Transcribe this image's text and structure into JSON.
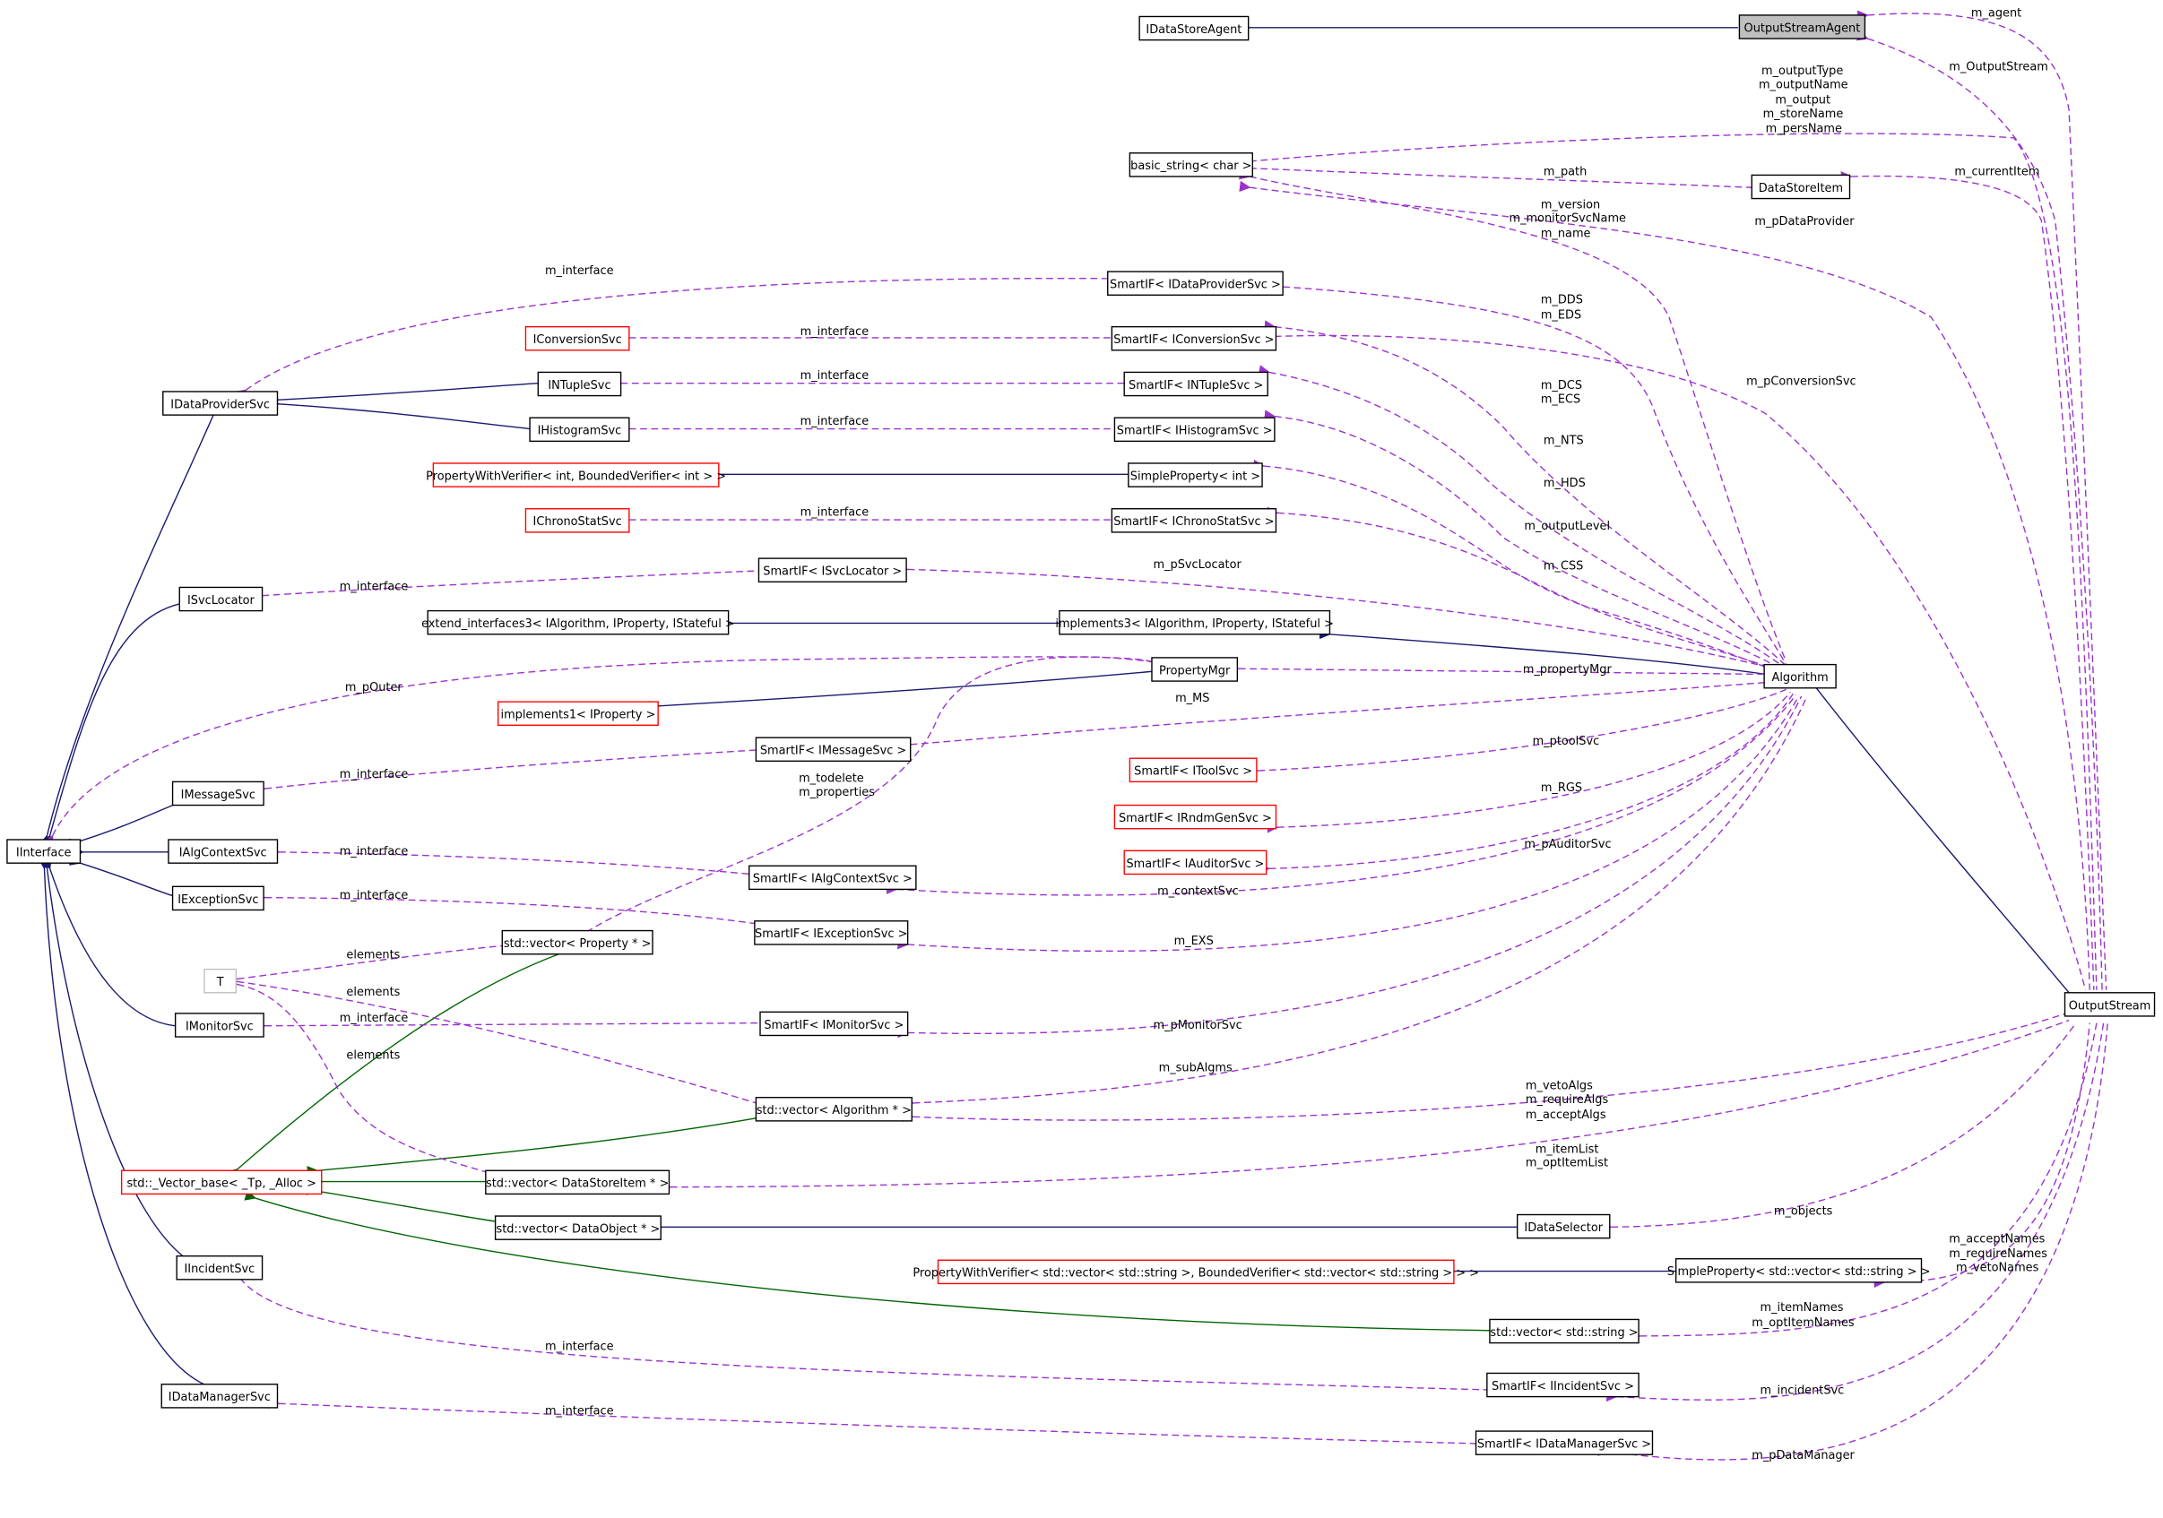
{
  "diagram": {
    "nodes": {
      "OutputStreamAgent": {
        "label": "OutputStreamAgent",
        "style": "focus"
      },
      "IDataStoreAgent": {
        "label": "IDataStoreAgent",
        "style": "black"
      },
      "basic_string": {
        "label": "basic_string< char >",
        "style": "black"
      },
      "DataStoreItem": {
        "label": "DataStoreItem",
        "style": "black"
      },
      "SmartIF_IDataProviderSvc": {
        "label": "SmartIF< IDataProviderSvc >",
        "style": "black"
      },
      "IConversionSvc": {
        "label": "IConversionSvc",
        "style": "red"
      },
      "SmartIF_IConversionSvc": {
        "label": "SmartIF< IConversionSvc >",
        "style": "black"
      },
      "INTupleSvc": {
        "label": "INTupleSvc",
        "style": "black"
      },
      "SmartIF_INTupleSvc": {
        "label": "SmartIF< INTupleSvc >",
        "style": "black"
      },
      "IDataProviderSvc": {
        "label": "IDataProviderSvc",
        "style": "black"
      },
      "IHistogramSvc": {
        "label": "IHistogramSvc",
        "style": "black"
      },
      "SmartIF_IHistogramSvc": {
        "label": "SmartIF< IHistogramSvc >",
        "style": "black"
      },
      "PropertyWithVerifier_int": {
        "label": "PropertyWithVerifier< int, BoundedVerifier< int > >",
        "style": "red"
      },
      "SimpleProperty_int": {
        "label": "SimpleProperty< int >",
        "style": "black"
      },
      "IChronoStatSvc": {
        "label": "IChronoStatSvc",
        "style": "red"
      },
      "SmartIF_IChronoStatSvc": {
        "label": "SmartIF< IChronoStatSvc >",
        "style": "black"
      },
      "SmartIF_ISvcLocator": {
        "label": "SmartIF< ISvcLocator >",
        "style": "black"
      },
      "ISvcLocator": {
        "label": "ISvcLocator",
        "style": "black"
      },
      "extend_interfaces3": {
        "label": "extend_interfaces3< IAlgorithm, IProperty, IStateful >",
        "style": "black"
      },
      "implements3": {
        "label": "implements3< IAlgorithm, IProperty, IStateful >",
        "style": "black"
      },
      "PropertyMgr": {
        "label": "PropertyMgr",
        "style": "black"
      },
      "Algorithm": {
        "label": "Algorithm",
        "style": "black"
      },
      "implements1": {
        "label": "implements1< IProperty >",
        "style": "red"
      },
      "SmartIF_IMessageSvc": {
        "label": "SmartIF< IMessageSvc >",
        "style": "black"
      },
      "SmartIF_IToolSvc": {
        "label": "SmartIF< IToolSvc >",
        "style": "red"
      },
      "IMessageSvc": {
        "label": "IMessageSvc",
        "style": "black"
      },
      "SmartIF_IRndmGenSvc": {
        "label": "SmartIF< IRndmGenSvc >",
        "style": "red"
      },
      "IInterface": {
        "label": "IInterface",
        "style": "black"
      },
      "IAlgContextSvc": {
        "label": "IAlgContextSvc",
        "style": "black"
      },
      "SmartIF_IAuditorSvc": {
        "label": "SmartIF< IAuditorSvc >",
        "style": "red"
      },
      "SmartIF_IAlgContextSvc": {
        "label": "SmartIF< IAlgContextSvc >",
        "style": "black"
      },
      "IExceptionSvc": {
        "label": "IExceptionSvc",
        "style": "black"
      },
      "SmartIF_IExceptionSvc": {
        "label": "SmartIF< IExceptionSvc >",
        "style": "black"
      },
      "vector_Property": {
        "label": "std::vector< Property * >",
        "style": "black"
      },
      "T": {
        "label": "T",
        "style": "grey"
      },
      "IMonitorSvc": {
        "label": "IMonitorSvc",
        "style": "black"
      },
      "SmartIF_IMonitorSvc": {
        "label": "SmartIF< IMonitorSvc >",
        "style": "black"
      },
      "OutputStream": {
        "label": "OutputStream",
        "style": "black"
      },
      "vector_Algorithm": {
        "label": "std::vector< Algorithm * >",
        "style": "black"
      },
      "Vector_base": {
        "label": "std::_Vector_base< _Tp, _Alloc >",
        "style": "red"
      },
      "vector_DataStoreItem": {
        "label": "std::vector< DataStoreItem * >",
        "style": "black"
      },
      "vector_DataObject": {
        "label": "std::vector< DataObject * >",
        "style": "black"
      },
      "IDataSelector": {
        "label": "IDataSelector",
        "style": "black"
      },
      "IIncidentSvc": {
        "label": "IIncidentSvc",
        "style": "black"
      },
      "PropertyWithVerifier_vecstr": {
        "label": "PropertyWithVerifier< std::vector< std::string >, BoundedVerifier< std::vector< std::string > > >",
        "style": "red"
      },
      "SimpleProperty_vecstr": {
        "label": "SimpleProperty< std::vector< std::string > >",
        "style": "black"
      },
      "vector_string": {
        "label": "std::vector< std::string >",
        "style": "black"
      },
      "SmartIF_IIncidentSvc": {
        "label": "SmartIF< IIncidentSvc >",
        "style": "black"
      },
      "IDataManagerSvc": {
        "label": "IDataManagerSvc",
        "style": "black"
      },
      "SmartIF_IDataManagerSvc": {
        "label": "SmartIF< IDataManagerSvc >",
        "style": "black"
      }
    },
    "labels": {
      "m_agent": "m_agent",
      "m_OutputStream": "m_OutputStream",
      "m_outputType": "m_outputType",
      "m_outputName": "m_outputName",
      "m_output": "m_output",
      "m_storeName": "m_storeName",
      "m_persName": "m_persName",
      "m_path": "m_path",
      "m_currentItem": "m_currentItem",
      "m_version": "m_version",
      "m_monitorSvcName": "m_monitorSvcName",
      "m_name": "m_name",
      "m_pDataProvider": "m_pDataProvider",
      "m_interface_dp": "m_interface",
      "m_DDS": "m_DDS",
      "m_EDS": "m_EDS",
      "m_interface_conv": "m_interface",
      "m_interface_ntuple": "m_interface",
      "m_pConversionSvc": "m_pConversionSvc",
      "m_DCS": "m_DCS",
      "m_ECS": "m_ECS",
      "m_interface_hist": "m_interface",
      "m_NTS": "m_NTS",
      "m_HDS": "m_HDS",
      "m_interface_chrono": "m_interface",
      "m_outputLevel": "m_outputLevel",
      "m_pSvcLocator": "m_pSvcLocator",
      "m_CSS": "m_CSS",
      "m_interface_svcloc": "m_interface",
      "m_propertyMgr": "m_propertyMgr",
      "m_pOuter": "m_pOuter",
      "m_MS": "m_MS",
      "m_ptoolSvc": "m_ptoolSvc",
      "m_todelete": "m_todelete",
      "m_properties": "m_properties",
      "m_interface_msg": "m_interface",
      "m_RGS": "m_RGS",
      "m_pAuditorSvc": "m_pAuditorSvc",
      "m_interface_algctx": "m_interface",
      "m_contextSvc": "m_contextSvc",
      "m_interface_exc": "m_interface",
      "m_EXS": "m_EXS",
      "elements_1": "elements",
      "elements_2": "elements",
      "m_interface_mon": "m_interface",
      "m_pMonitorSvc": "m_pMonitorSvc",
      "elements_3": "elements",
      "m_subAlgms": "m_subAlgms",
      "m_vetoAlgs": "m_vetoAlgs",
      "m_requireAlgs": "m_requireAlgs",
      "m_acceptAlgs": "m_acceptAlgs",
      "m_itemList": "m_itemList",
      "m_optItemList": "m_optItemList",
      "m_objects": "m_objects",
      "m_acceptNames": "m_acceptNames",
      "m_requireNames": "m_requireNames",
      "m_vetoNames": "m_vetoNames",
      "m_itemNames": "m_itemNames",
      "m_optItemNames": "m_optItemNames",
      "m_interface_inc": "m_interface",
      "m_incidentSvc": "m_incidentSvc",
      "m_interface_dm": "m_interface",
      "m_pDataManager": "m_pDataManager"
    }
  }
}
